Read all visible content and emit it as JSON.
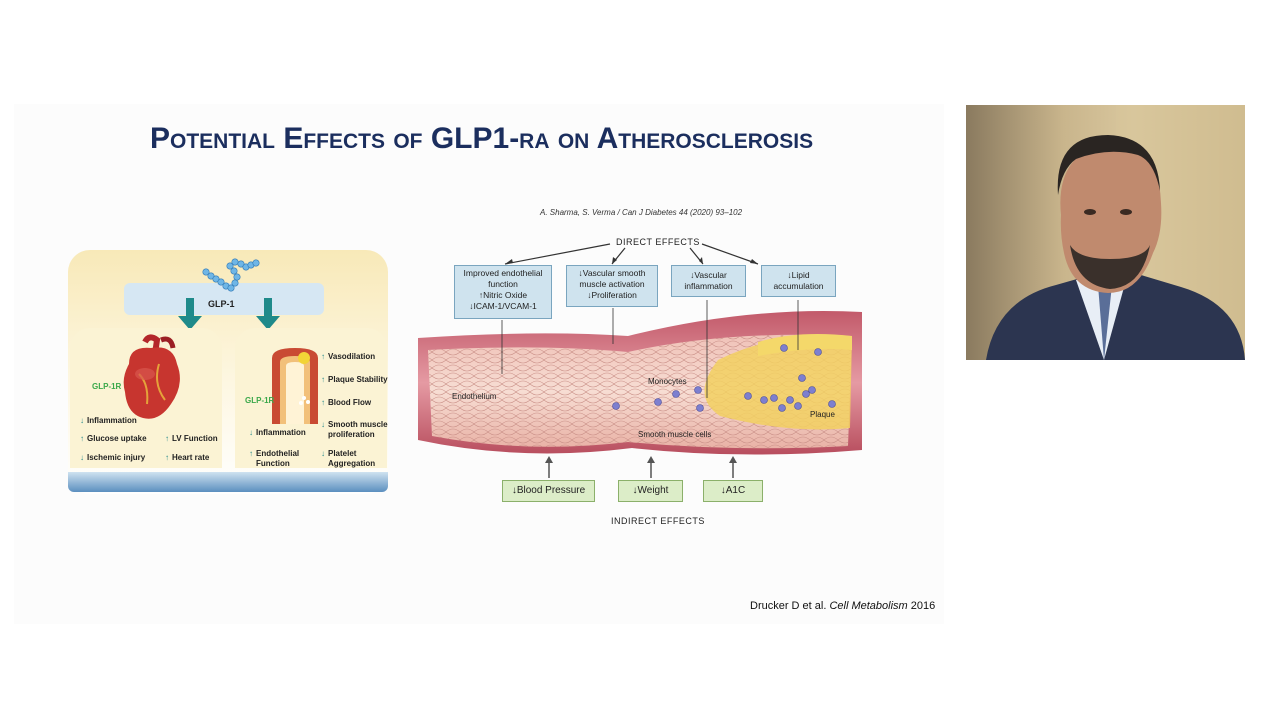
{
  "slide": {
    "title": "Potential Effects of GLP1-ra on Atherosclerosis",
    "citation_top": "A. Sharma, S. Verma / Can J Diabetes 44 (2020) 93–102",
    "credit_prefix": "Drucker D et al. ",
    "credit_journal": "Cell Metabolism",
    "credit_year": " 2016"
  },
  "left_figure": {
    "glp1_label": "GLP-1",
    "receptor_label": "GLP-1R",
    "heart_effects": [
      {
        "arrow": "↓",
        "text": "Inflammation"
      },
      {
        "arrow": "↑",
        "text": "Glucose uptake"
      },
      {
        "arrow": "↑",
        "text": "LV Function"
      },
      {
        "arrow": "↓",
        "text": "Ischemic injury"
      },
      {
        "arrow": "↑",
        "text": "Heart rate"
      }
    ],
    "vessel_effects": [
      {
        "arrow": "↑",
        "text": "Vasodilation"
      },
      {
        "arrow": "↑",
        "text": "Plaque Stability"
      },
      {
        "arrow": "↑",
        "text": "Blood Flow"
      },
      {
        "arrow": "↓",
        "text": "Inflammation"
      },
      {
        "arrow": "↓",
        "text": "Smooth muscle"
      },
      {
        "arrow": "",
        "text": "proliferation"
      },
      {
        "arrow": "↑",
        "text": "Endothelial"
      },
      {
        "arrow": "",
        "text": "Function"
      },
      {
        "arrow": "↓",
        "text": "Platelet"
      },
      {
        "arrow": "",
        "text": "Aggregation"
      }
    ]
  },
  "right_figure": {
    "direct_header": "DIRECT EFFECTS",
    "indirect_header": "INDIRECT EFFECTS",
    "direct_boxes": [
      {
        "line1": "Improved endothelial",
        "line2": "function",
        "line3": "↑Nitric Oxide",
        "line4": "↓ICAM-1/VCAM-1"
      },
      {
        "line1": "↓Vascular smooth",
        "line2": "muscle activation",
        "line3": "↓Proliferation",
        "line4": ""
      },
      {
        "line1": "↓Vascular",
        "line2": "inflammation",
        "line3": "",
        "line4": ""
      },
      {
        "line1": "↓Lipid",
        "line2": "accumulation",
        "line3": "",
        "line4": ""
      }
    ],
    "indirect_boxes": [
      "↓Blood Pressure",
      "↓Weight",
      "↓A1C"
    ],
    "artery_labels": {
      "endothelium": "Endothelium",
      "monocytes": "Monocytes",
      "plaque": "Plaque",
      "smooth_muscle": "Smooth muscle cells"
    }
  },
  "colors": {
    "title": "#1b2e5e",
    "teal_arrow": "#1f8a8a",
    "direct_box_fill": "#cfe3ee",
    "indirect_box_fill": "#dcedc8"
  }
}
